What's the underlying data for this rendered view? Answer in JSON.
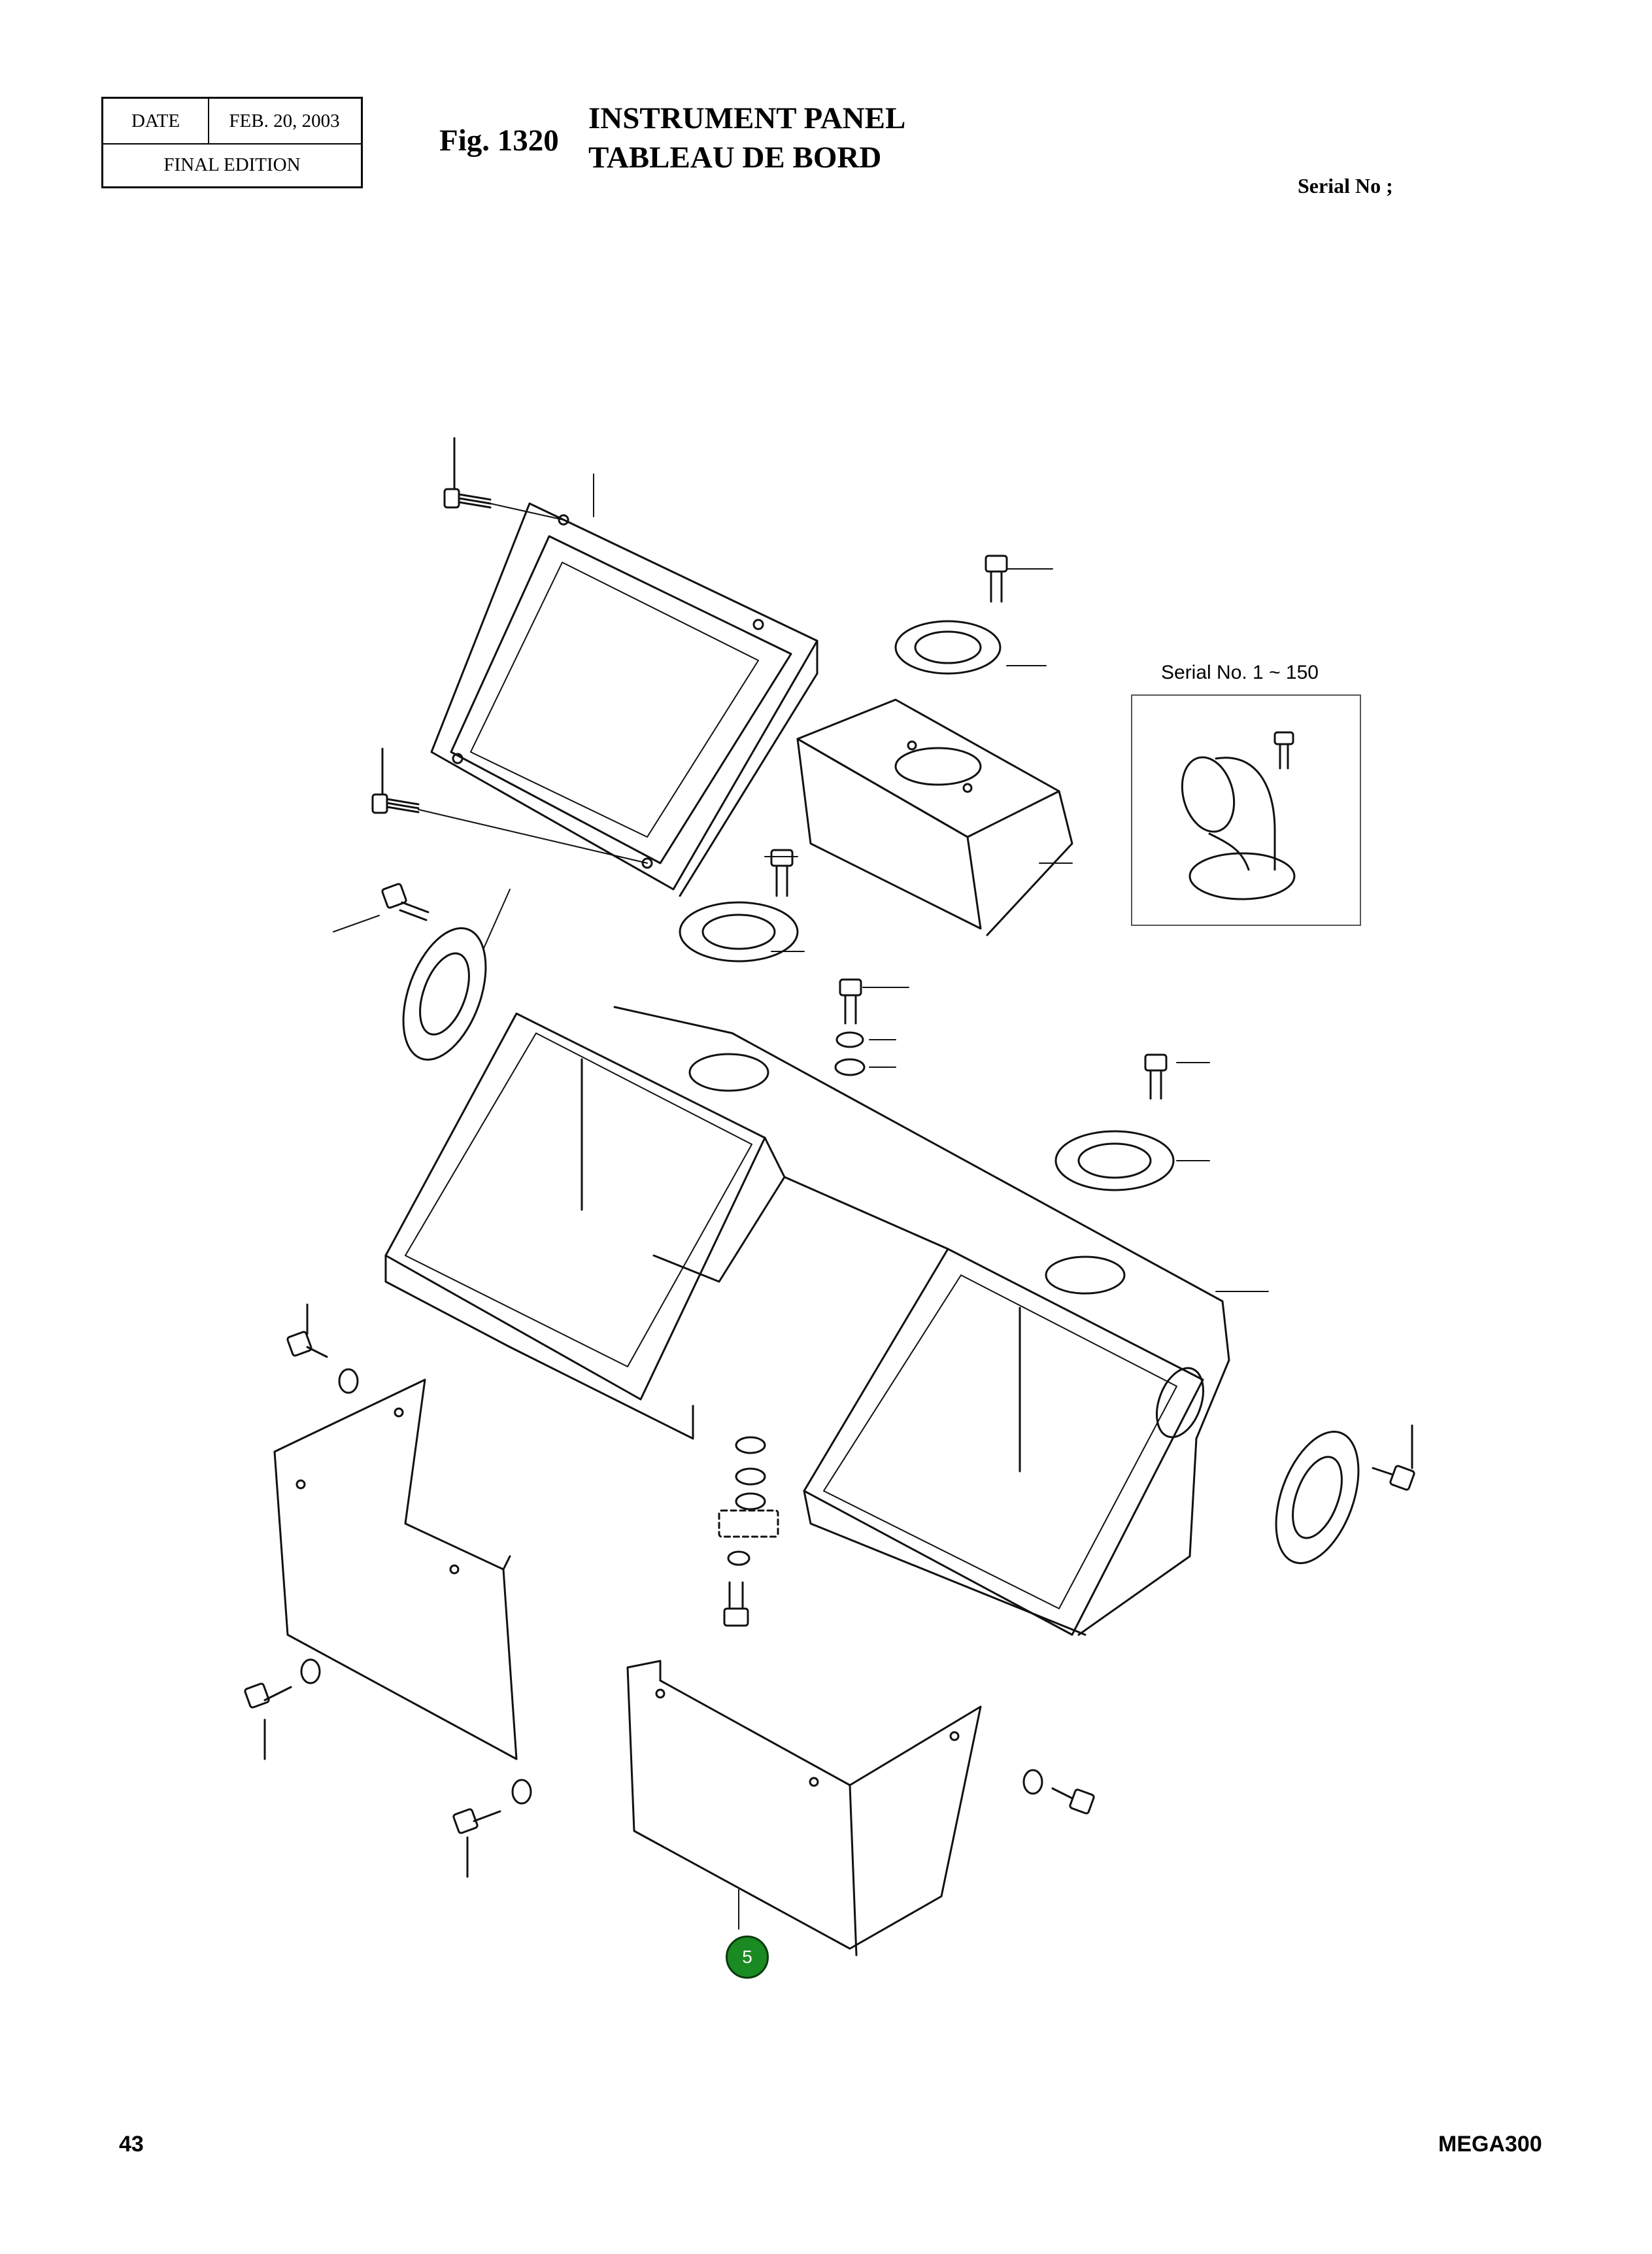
{
  "header": {
    "date_label": "DATE",
    "date_value": "FEB. 20, 2003",
    "edition": "FINAL EDITION",
    "fig_label": "Fig. 1320",
    "title_en": "INSTRUMENT PANEL",
    "title_fr": "TABLEAU DE BORD",
    "serial_label": "Serial No ;"
  },
  "inset": {
    "label": "Serial No. 1 ~ 150"
  },
  "callouts": [
    {
      "number": "5"
    }
  ],
  "footer": {
    "page_number": "43",
    "model": "MEGA300"
  }
}
